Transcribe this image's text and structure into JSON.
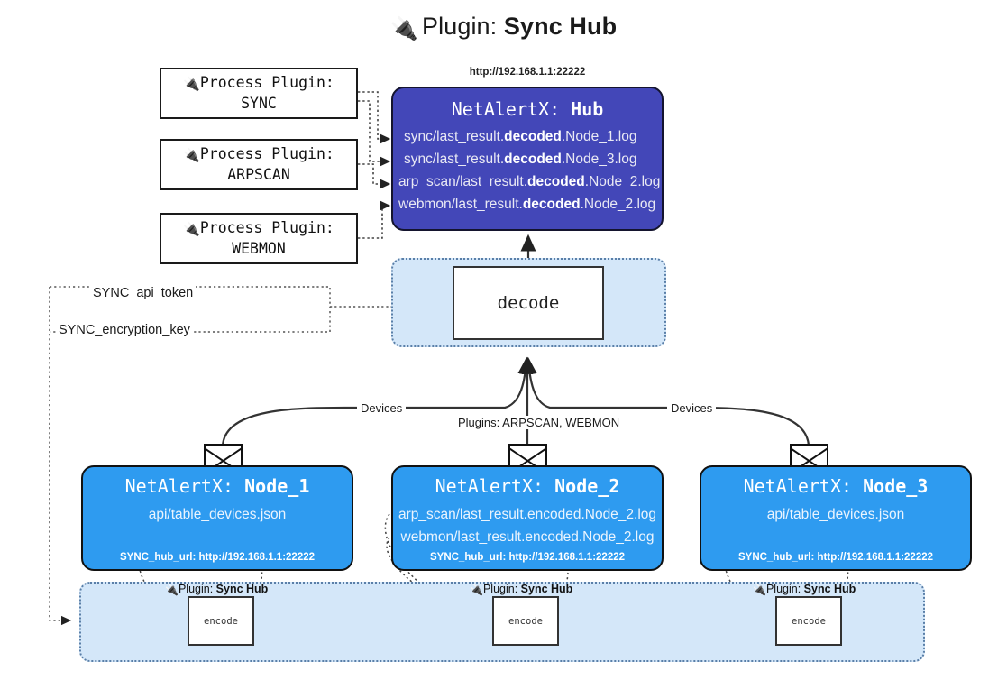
{
  "header": {
    "icon": "plug-icon",
    "glyph": "🔌",
    "label": "Plugin:",
    "value": "Sync Hub"
  },
  "process_plugins": [
    {
      "line1": "Process Plugin:",
      "line2": "SYNC",
      "icon": "plug-icon"
    },
    {
      "line1": "Process Plugin:",
      "line2": "ARPSCAN",
      "icon": "plug-icon"
    },
    {
      "line1": "Process Plugin:",
      "line2": "WEBMON",
      "icon": "plug-icon"
    }
  ],
  "hub": {
    "url": "http://192.168.1.1:22222",
    "title_prefix": "NetAlertX:",
    "title_value": "Hub",
    "logs": [
      {
        "pre": "sync/last_result.",
        "em": "decoded",
        "post": ".Node_1.log"
      },
      {
        "pre": "sync/last_result.",
        "em": "decoded",
        "post": ".Node_3.log"
      },
      {
        "pre": "arp_scan/last_result.",
        "em": "decoded",
        "post": ".Node_2.log"
      },
      {
        "pre": "webmon/last_result.",
        "em": "decoded",
        "post": ".Node_2.log"
      }
    ]
  },
  "decode": {
    "label": "decode"
  },
  "keys": [
    {
      "label": "SYNC_api_token"
    },
    {
      "label": "SYNC_encryption_key"
    }
  ],
  "edge_labels": {
    "devices_left": "Devices",
    "devices_right": "Devices",
    "plugins_middle": "Plugins: ARPSCAN, WEBMON"
  },
  "nodes": [
    {
      "title_prefix": "NetAlertX:",
      "title_value": "Node_1",
      "lines": [
        "api/table_devices.json"
      ],
      "hub_url": "SYNC_hub_url: http://192.168.1.1:22222"
    },
    {
      "title_prefix": "NetAlertX:",
      "title_value": "Node_2",
      "lines": [
        "arp_scan/last_result.encoded.Node_2.log",
        "webmon/last_result.encoded.Node_2.log"
      ],
      "hub_url": "SYNC_hub_url: http://192.168.1.1:22222"
    },
    {
      "title_prefix": "NetAlertX:",
      "title_value": "Node_3",
      "lines": [
        "api/table_devices.json"
      ],
      "hub_url": "SYNC_hub_url: http://192.168.1.1:22222"
    }
  ],
  "sync_plugins": [
    {
      "icon": "plug-icon",
      "label": "Plugin:",
      "value": "Sync Hub",
      "box": "encode"
    },
    {
      "icon": "plug-icon",
      "label": "Plugin:",
      "value": "Sync Hub",
      "box": "encode"
    },
    {
      "icon": "plug-icon",
      "label": "Plugin:",
      "value": "Sync Hub",
      "box": "encode"
    }
  ],
  "colors": {
    "hub_fill": "#4347b8",
    "node_fill": "#2e9bf0",
    "band_fill": "#d4e7f9",
    "band_stroke": "#5a7fa8",
    "line": "#333333"
  }
}
